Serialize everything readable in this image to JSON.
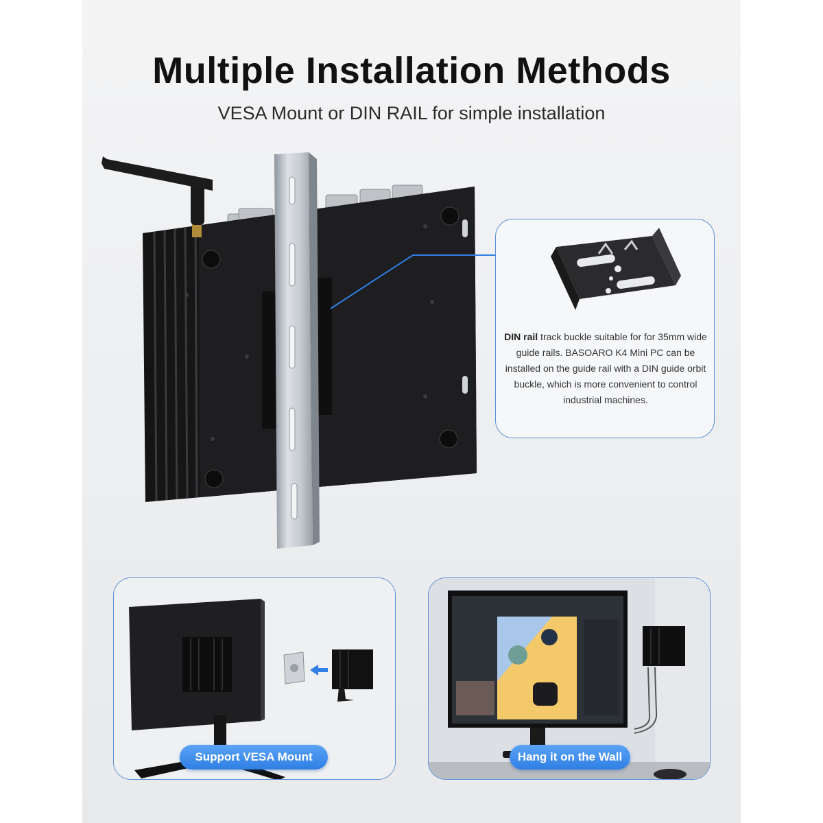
{
  "header": {
    "title": "Multiple Installation Methods",
    "subtitle": "VESA Mount or DIN RAIL for simple installation"
  },
  "callout": {
    "bold_lead": "DIN rail",
    "text_rest": " track buckle suitable for for 35mm wide guide rails. BASOARO K4 Mini PC can be installed on the guide rail with a DIN guide orbit buckle, which is more convenient to control industrial machines."
  },
  "panels": {
    "vesa_label": "Support VESA Mount",
    "wall_label": "Hang it on the Wall"
  },
  "colors": {
    "accent": "#2f7fe4",
    "frame": "#5b8fd8",
    "device": "#1c1c1e",
    "rail": "#b9bfc7"
  }
}
